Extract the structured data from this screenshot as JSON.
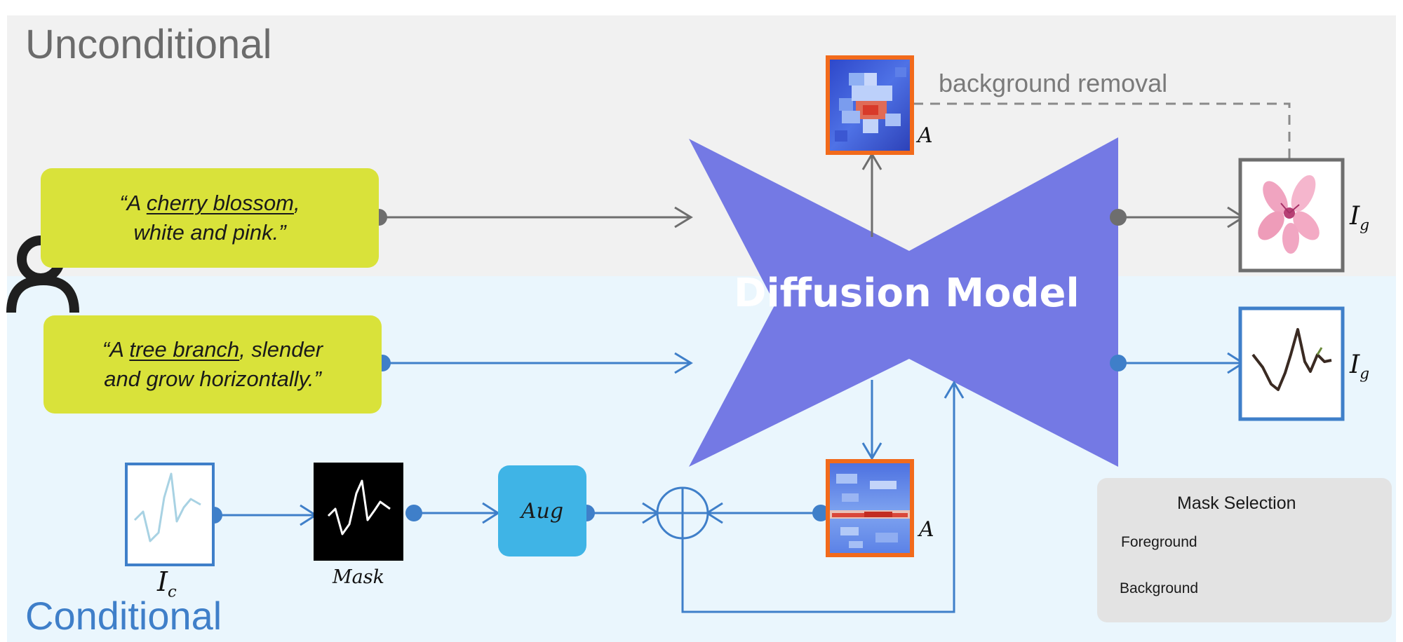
{
  "regions": {
    "unconditional": {
      "title": "Unconditional",
      "bg_color": "#f1f1f1",
      "title_color": "#6b6b6b"
    },
    "conditional": {
      "title": "Conditional",
      "bg_color": "#eaf6fd",
      "title_color": "#3f7fc9"
    }
  },
  "prompts": {
    "unconditional": {
      "line1_pre": "“A ",
      "line1_underline": "cherry blossom",
      "line1_post": ",",
      "line2": "white and pink.”"
    },
    "conditional": {
      "line1_pre": "“A ",
      "line1_underline": "tree branch",
      "line1_post": ", slender",
      "line2": "and grow horizontally.”"
    },
    "bg_color": "#d9e23a"
  },
  "model": {
    "label": "Diffusion Model",
    "color": "#7479e4"
  },
  "edge_labels": {
    "background_removal": "background removal"
  },
  "math_labels": {
    "attention_top": "A",
    "attention_bottom": "A",
    "generated_top": "I",
    "generated_top_sub": "g",
    "generated_bottom": "I",
    "generated_bottom_sub": "g",
    "condition_image": "I",
    "condition_image_sub": "c",
    "mask": "Mask"
  },
  "aug": {
    "label": "Aug",
    "color": "#3fb4e6"
  },
  "legend": {
    "title": "Mask Selection",
    "rows": [
      {
        "label": "Foreground"
      },
      {
        "label": "Background"
      }
    ]
  },
  "colors": {
    "gray_flow": "#6e6e6e",
    "blue_flow": "#3f7fc9",
    "attention_border": "#f26a1b"
  }
}
